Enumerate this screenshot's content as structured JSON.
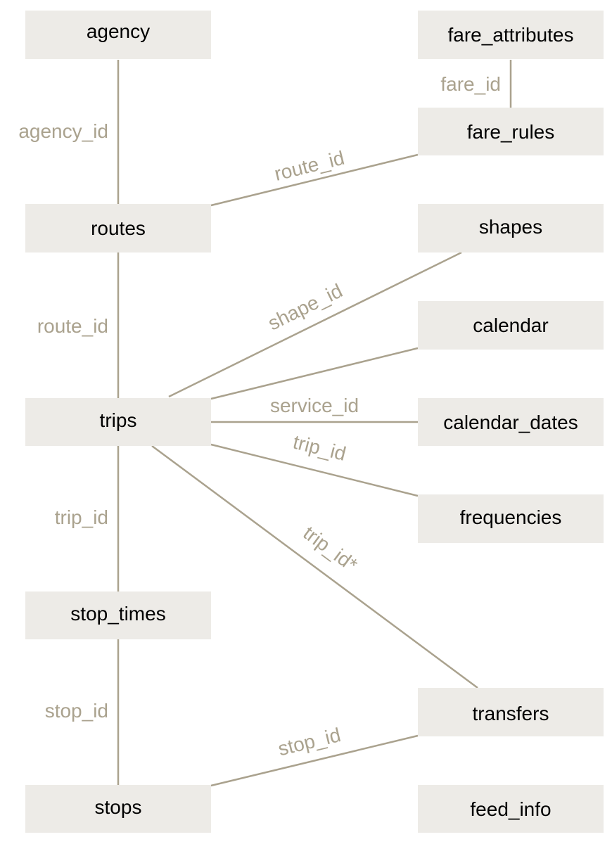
{
  "colors": {
    "node_fill": "#edebe7",
    "node_text": "#000000",
    "edge": "#aaa28e",
    "edge_label": "#aaa28e",
    "background": "#ffffff"
  },
  "nodes": {
    "agency": "agency",
    "fare_attributes": "fare_attributes",
    "fare_rules": "fare_rules",
    "routes": "routes",
    "shapes": "shapes",
    "calendar": "calendar",
    "trips": "trips",
    "calendar_dates": "calendar_dates",
    "frequencies": "frequencies",
    "stop_times": "stop_times",
    "transfers": "transfers",
    "stops": "stops",
    "feed_info": "feed_info"
  },
  "edges": [
    {
      "from": "agency",
      "to": "routes",
      "label": "agency_id"
    },
    {
      "from": "fare_attributes",
      "to": "fare_rules",
      "label": "fare_id"
    },
    {
      "from": "routes",
      "to": "fare_rules",
      "label": "route_id"
    },
    {
      "from": "routes",
      "to": "trips",
      "label": "route_id"
    },
    {
      "from": "trips",
      "to": "shapes",
      "label": "shape_id"
    },
    {
      "from": "trips",
      "to": "calendar",
      "label": ""
    },
    {
      "from": "trips",
      "to": "calendar_dates",
      "label": "service_id"
    },
    {
      "from": "trips",
      "to": "frequencies",
      "label": "trip_id"
    },
    {
      "from": "trips",
      "to": "transfers",
      "label": "trip_id*"
    },
    {
      "from": "trips",
      "to": "stop_times",
      "label": "trip_id"
    },
    {
      "from": "stop_times",
      "to": "stops",
      "label": "stop_id"
    },
    {
      "from": "stops",
      "to": "transfers",
      "label": "stop_id"
    }
  ]
}
